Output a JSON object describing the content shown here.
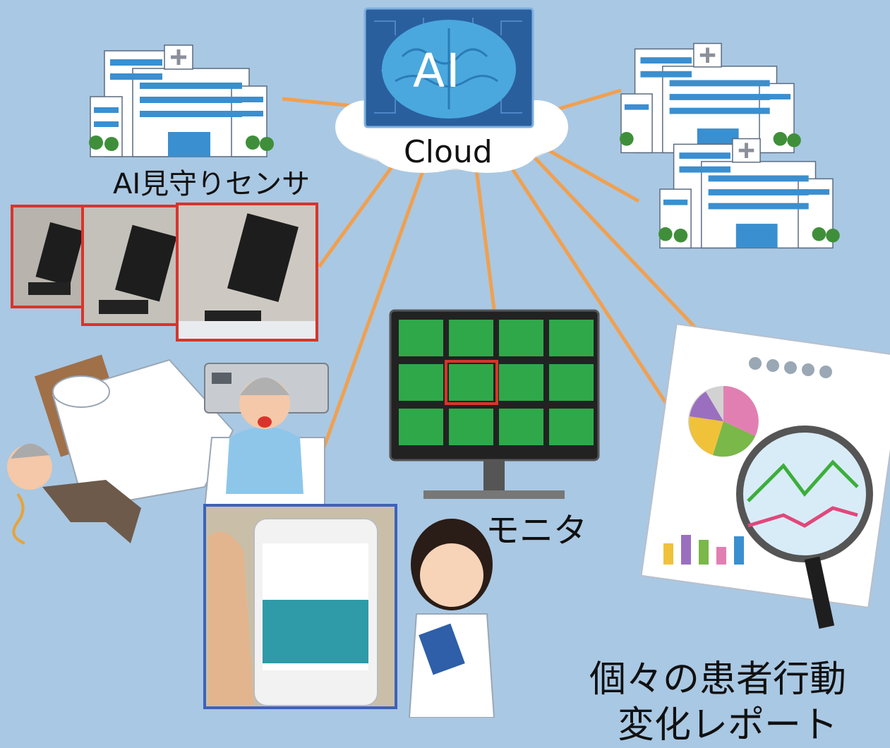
{
  "labels": {
    "ai": "AI",
    "cloud": "Cloud",
    "sensor": "AI見守りセンサ",
    "monitor": "モニタ",
    "report_line1": "個々の患者行動",
    "report_line2": "変化レポート"
  },
  "colors": {
    "background": "#a9c8e3",
    "connector": "#f0a050",
    "ai_panel": "#2a5f9e",
    "brain": "#4aa8de",
    "sensor_frame": "#d9342b",
    "phone_frame": "#3d62b8",
    "monitor_tile": "#2fa84a",
    "highlight": "#d9342b"
  },
  "icons": [
    "hospital-icon",
    "ai-brain-icon",
    "cloud-icon",
    "sensor-camera-icon",
    "monitor-icon",
    "smartphone-icon",
    "report-icon",
    "magnifier-icon",
    "nurse-icon",
    "patient-icon",
    "fallen-patient-icon"
  ]
}
